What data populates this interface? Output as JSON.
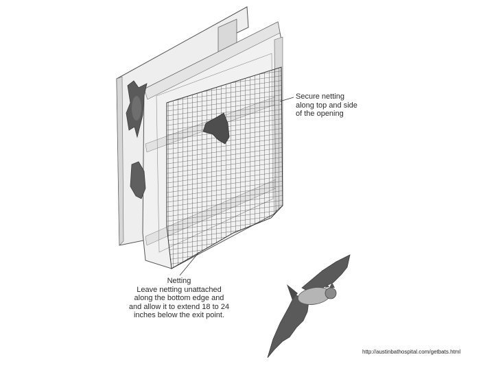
{
  "labels": {
    "secure": {
      "lines": [
        "Secure netting",
        "along top and side",
        "of the opening"
      ]
    },
    "netting": {
      "lines": [
        "Netting",
        "Leave netting unattached",
        "along the bottom edge and",
        "and allow it to extend 18 to 24",
        "inches below the exit point."
      ]
    }
  },
  "source_url": "http://austinbathospital.com/getbats.html",
  "colors": {
    "wall_light": "#eeeeee",
    "wall_shadow": "#cfcfcf",
    "outline": "#555555",
    "net": "#333333",
    "bat": "#5a5a5a",
    "bat_dark": "#3d3d3d"
  }
}
